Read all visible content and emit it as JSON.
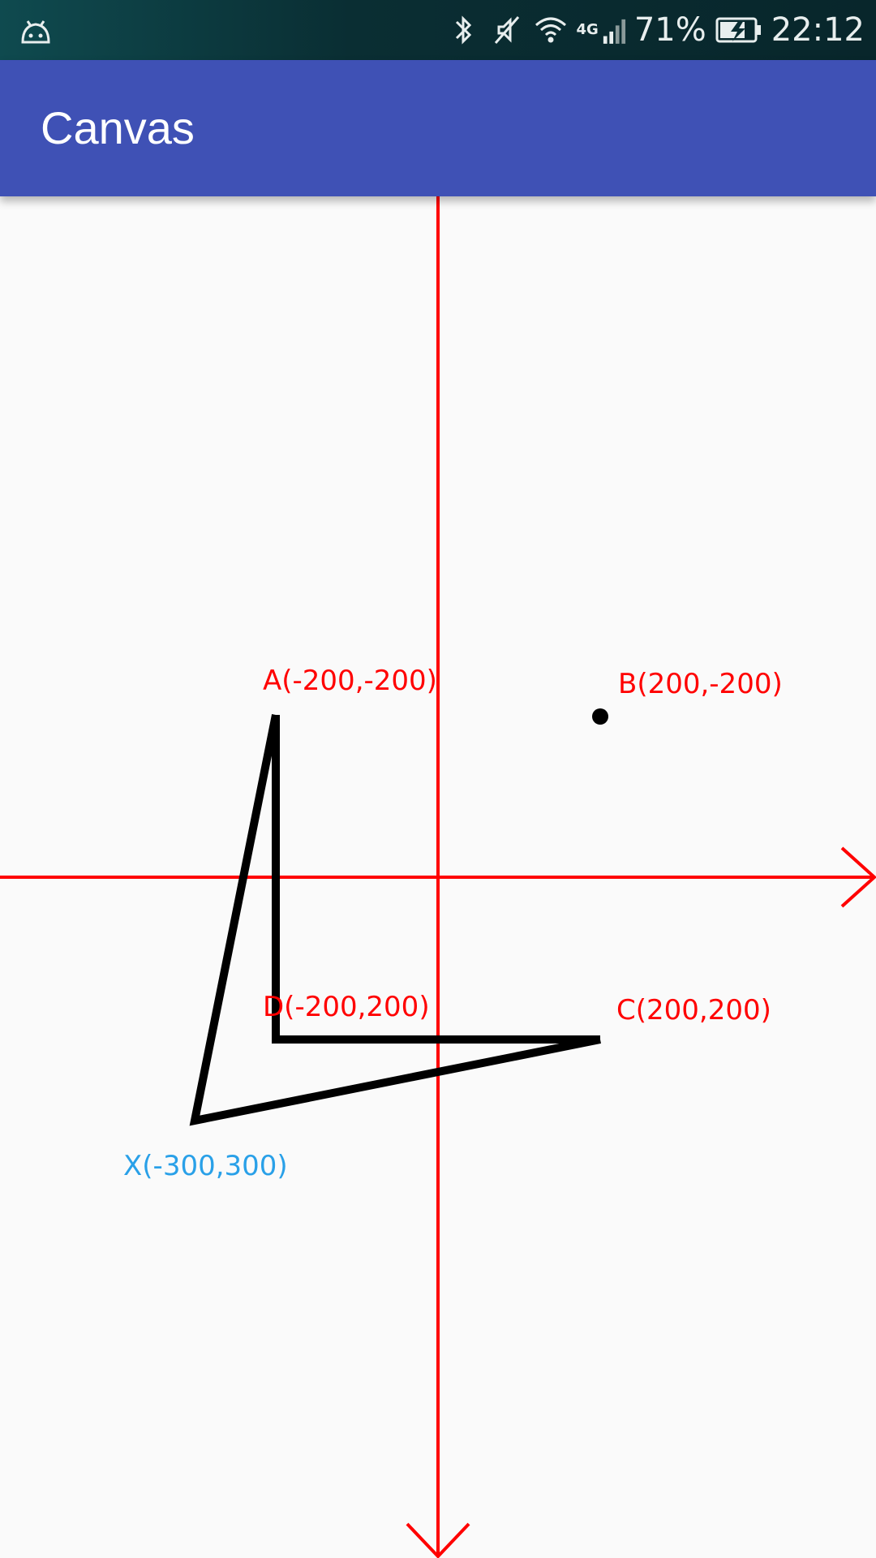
{
  "status_bar": {
    "network_label": "4G",
    "battery_percent": "71%",
    "time": "22:12"
  },
  "app_bar": {
    "title": "Canvas"
  },
  "canvas": {
    "axis_color": "#ff0000",
    "path_color": "#000000",
    "point_label_color": "#ff0000",
    "x_label_color": "#29a0e8",
    "labels": {
      "a": "A(-200,-200)",
      "b": "B(200,-200)",
      "c": "C(200,200)",
      "d": "D(-200,200)",
      "x": "X(-300,300)"
    }
  }
}
